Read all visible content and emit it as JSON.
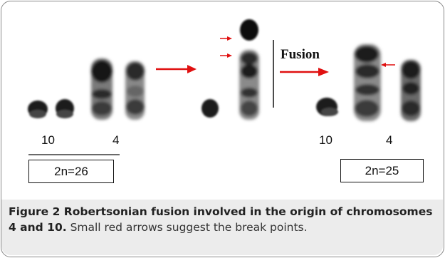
{
  "figure": {
    "fusion_label": "Fusion",
    "left_panel": {
      "chromosome_labels": [
        "10",
        "4"
      ],
      "ploidy": "2n=26"
    },
    "right_panel": {
      "chromosome_labels": [
        "10",
        "4"
      ],
      "ploidy": "2n=25"
    }
  },
  "caption": {
    "title": "Figure 2 Robertsonian fusion involved in the origin of chromosomes 4 and 10.",
    "text": "Small red arrows suggest the break points."
  },
  "colors": {
    "arrow": "#e01010",
    "caption_background": "#ececec",
    "chromosome_dark": "#1a1a1a"
  }
}
